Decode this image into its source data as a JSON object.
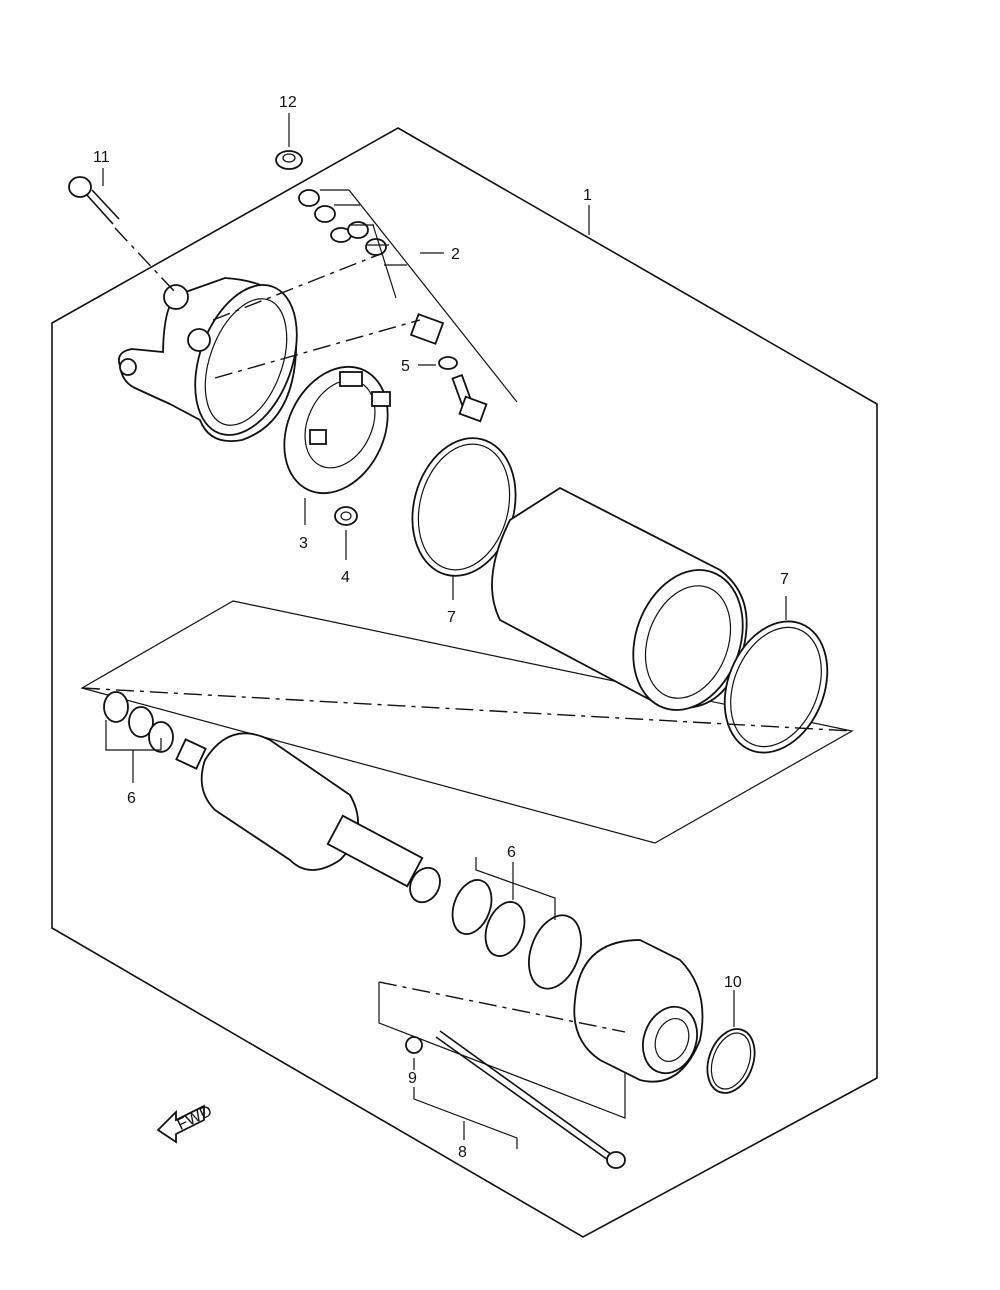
{
  "callouts": [
    {
      "id": "c1",
      "text": "1"
    },
    {
      "id": "c2",
      "text": "2"
    },
    {
      "id": "c3",
      "text": "3"
    },
    {
      "id": "c4",
      "text": "4"
    },
    {
      "id": "c5",
      "text": "5"
    },
    {
      "id": "c6a",
      "text": "6"
    },
    {
      "id": "c6b",
      "text": "6"
    },
    {
      "id": "c7a",
      "text": "7"
    },
    {
      "id": "c7b",
      "text": "7"
    },
    {
      "id": "c8",
      "text": "8"
    },
    {
      "id": "c9",
      "text": "9"
    },
    {
      "id": "c10",
      "text": "10"
    },
    {
      "id": "c11",
      "text": "11"
    },
    {
      "id": "c12",
      "text": "12"
    }
  ],
  "fwd_arrow": {
    "label": "FWD",
    "icon": "fwd-arrow-icon"
  }
}
